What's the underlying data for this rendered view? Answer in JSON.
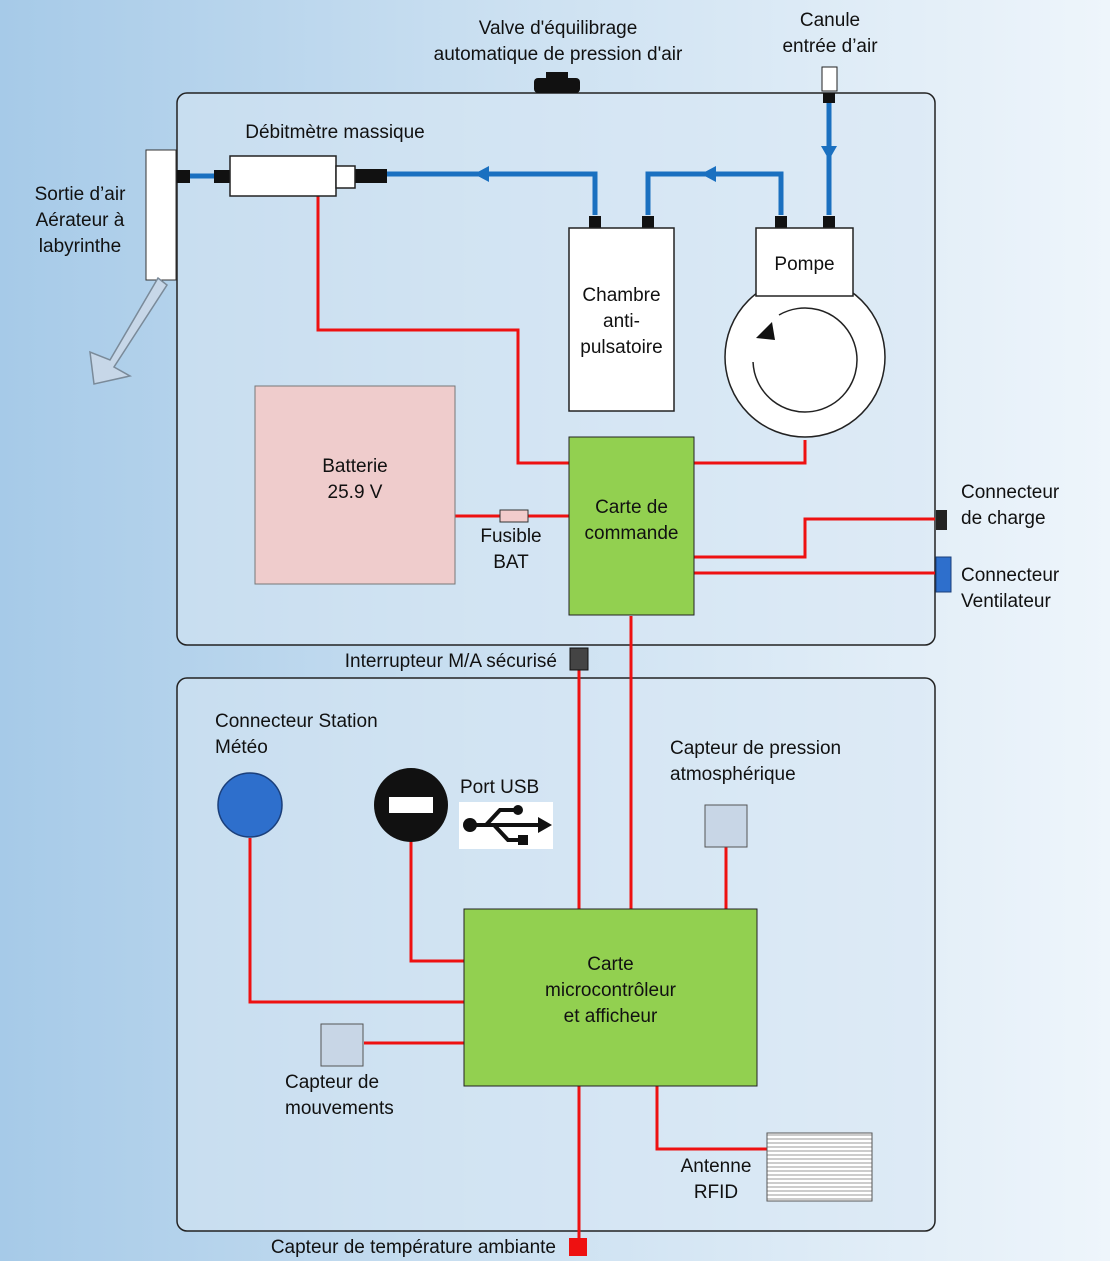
{
  "labels": {
    "valve": "Valve d'équilibrage\nautomatique de pression d'air",
    "canula": "Canule\nentrée d’air",
    "flowmeter": "Débitmètre massique",
    "air_outlet": "Sortie d’air\nAérateur à\nlabyrinthe",
    "chamber": "Chambre\nanti-\npulsatoire",
    "pump": "Pompe",
    "battery": "Batterie\n25.9 V",
    "fuse": "Fusible\nBAT",
    "control_board": "Carte de\ncommande",
    "charge_connector": "Connecteur\nde charge",
    "fan_connector": "Connecteur\nVentilateur",
    "power_switch": "Interrupteur M/A sécurisé",
    "weather_connector": "Connecteur Station\nMétéo",
    "usb_port": "Port USB",
    "pressure_sensor": "Capteur de pression\natmosphérique",
    "mcu_board": "Carte\nmicrocontrôleur\net afficheur",
    "motion_sensor": "Capteur de\nmouvements",
    "rfid_antenna": "Antenne\nRFID",
    "temp_sensor": "Capteur de température ambiante"
  },
  "colors": {
    "air_line": "#1a70c0",
    "wire": "#ee1111",
    "board": "#92d050",
    "battery": "#efcccc",
    "sensor": "#c8d6e6",
    "weather_connector": "#2e6fcc",
    "fan_connector": "#2e6fcc",
    "temp_sensor": "#ee1111"
  },
  "icons": {
    "usb_port": "usb-symbol-icon",
    "weather_connector": "circular-connector-icon",
    "usb_socket": "round-socket-with-bar-icon",
    "air_outlet": "outlet-arrow-icon",
    "pump_rotation": "rotation-arrow-icon"
  }
}
